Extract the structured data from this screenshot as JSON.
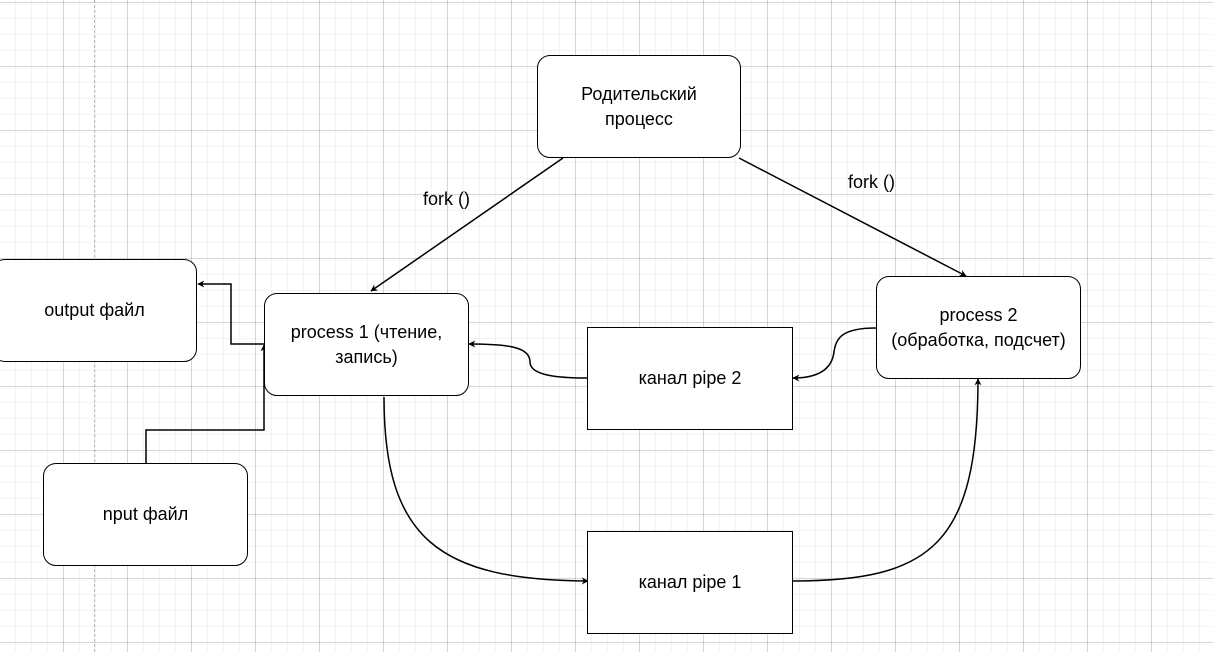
{
  "diagram": {
    "nodes": {
      "parent": "Родительский\nпроцесс",
      "process1": "process 1 (чтение,\nзапись)",
      "process2": "process 2\n(обработка, подсчет)",
      "pipe2": "канал pipe 2",
      "pipe1": "канал pipe 1",
      "output": "output файл",
      "input": "nput файл"
    },
    "edges": {
      "fork_left": "fork ()",
      "fork_right": "fork ()"
    },
    "colors": {
      "stroke": "#000000",
      "fill": "#ffffff"
    }
  }
}
